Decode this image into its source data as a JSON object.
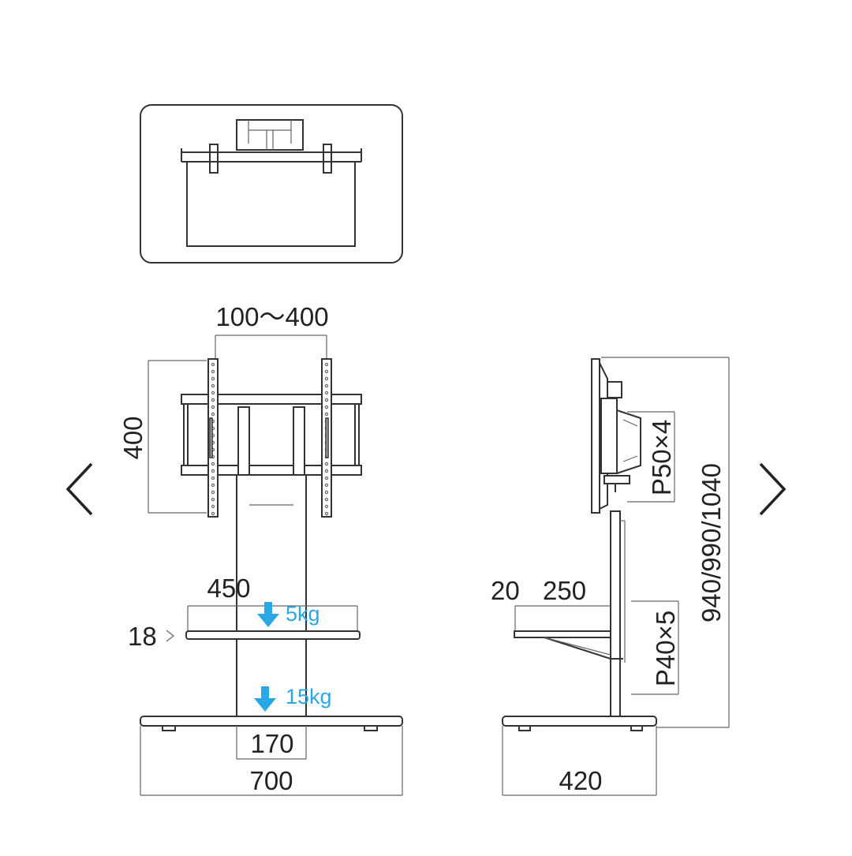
{
  "navigation": {
    "prev_icon": "chevron-left-icon",
    "next_icon": "chevron-right-icon"
  },
  "colors": {
    "line": "#333333",
    "accent": "#2aa8e6"
  },
  "front_view": {
    "vesa_width": "100～400",
    "vesa_height": "400",
    "shelf_width": "450",
    "shelf_thickness": "18",
    "shelf_load": "5kg",
    "base_load": "15kg",
    "pole_width": "170",
    "base_width": "700"
  },
  "side_view": {
    "shelf_offset": "20",
    "shelf_depth": "250",
    "mount_pitch": "P50×4",
    "shelf_pitch": "P40×5",
    "total_height": "940/990/1040",
    "base_depth": "420"
  }
}
